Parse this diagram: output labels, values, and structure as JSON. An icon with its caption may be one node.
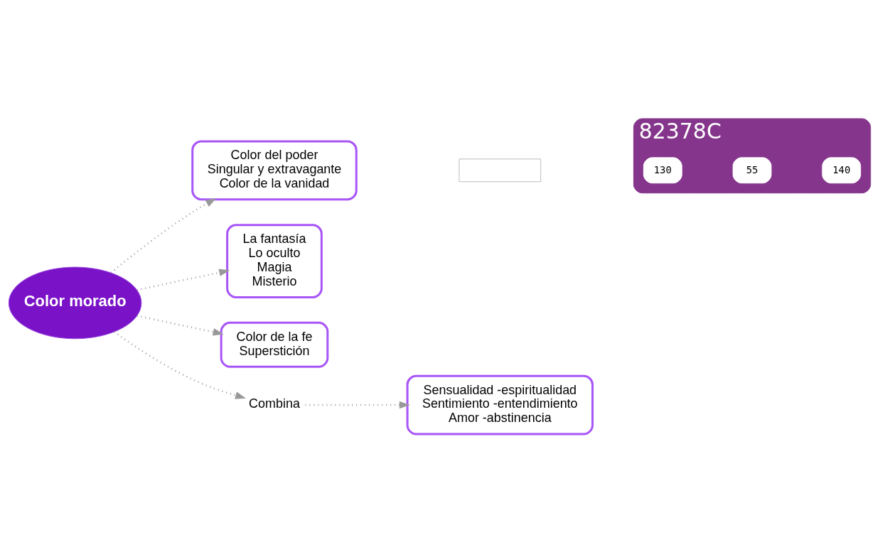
{
  "diagram": {
    "nodes": [
      {
        "text": [
          "Color morado"
        ]
      },
      {
        "text": [
          "Color del poder",
          "Singular y extravagante",
          "Color de la vanidad"
        ]
      },
      {
        "text": [
          "La fantasía",
          "Lo oculto",
          "Magia",
          "Misterio"
        ]
      },
      {
        "text": [
          "Color de la fe",
          "Superstición"
        ]
      },
      {
        "text": [
          "Combina"
        ]
      },
      {
        "text": [
          "Sensualidad -espiritualidad",
          "Sentimiento -entendimiento",
          "Amor -abstinencia"
        ]
      },
      {
        "text": [],
        "shape": "box"
      },
      {
        "text": [
          "82378C"
        ]
      },
      {
        "text": [
          "130"
        ],
        "in": 7
      },
      {
        "text": [
          "55"
        ],
        "in": 7
      },
      {
        "text": [
          "140"
        ],
        "in": 7
      }
    ],
    "edges": [
      {
        "from": 0,
        "to": 1,
        "arrow": "to",
        "style": "dashed"
      },
      {
        "from": 0,
        "to": 2,
        "arrow": "to",
        "style": "dashed"
      },
      {
        "from": 0,
        "to": 3,
        "arrow": "to",
        "style": "dashed"
      },
      {
        "from": 0,
        "to": 4,
        "arrow": "to",
        "style": "dashed"
      },
      {
        "from": 4,
        "to": 5,
        "arrow": "to",
        "style": "dashed"
      }
    ]
  }
}
